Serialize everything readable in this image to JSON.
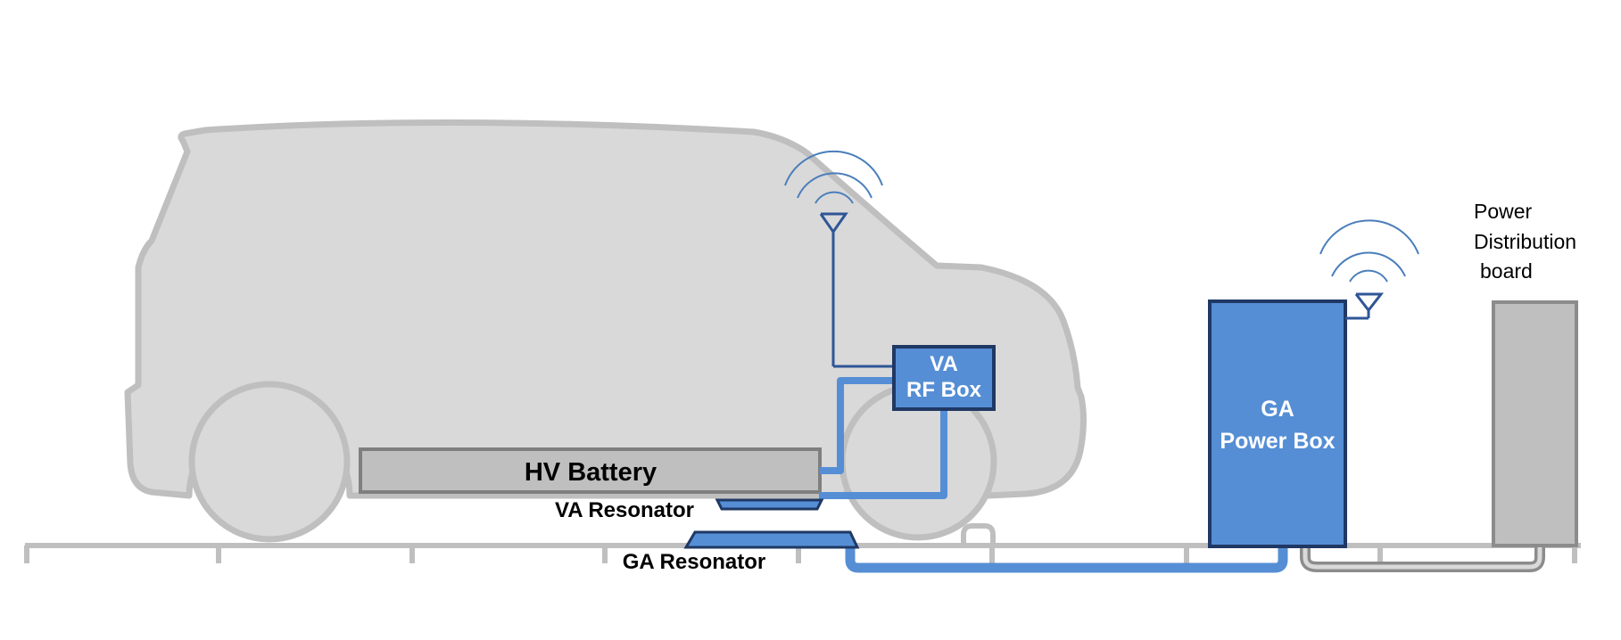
{
  "labels": {
    "hv_battery": "HV Battery",
    "va_resonator": "VA Resonator",
    "ga_resonator": "GA Resonator",
    "va_rf_box_line1": "VA",
    "va_rf_box_line2": "RF Box",
    "ga_power_box_line1": "GA",
    "ga_power_box_line2": "Power Box",
    "pdb_line1": "Power",
    "pdb_line2": "Distribution",
    "pdb_line3": "board"
  },
  "colors": {
    "vehicle_fill": "#d9d9d9",
    "vehicle_outline": "#bfbfbf",
    "box_blue": "#558ed5",
    "box_border": "#1f3864",
    "cable_blue": "#558ed5",
    "antenna_blue": "#2f5597",
    "signal_blue": "#4a7ebb",
    "battery_fill": "#bfbfbf",
    "battery_border": "#7f7f7f",
    "ground_gray": "#bfbfbf",
    "pdb_fill": "#bfbfbf",
    "pdb_border": "#7f7f7f"
  },
  "icons": {
    "vehicle_antenna": "antenna-icon",
    "ground_antenna": "antenna-icon",
    "vehicle_signal": "wifi-signal-icon",
    "ground_signal": "wifi-signal-icon"
  }
}
